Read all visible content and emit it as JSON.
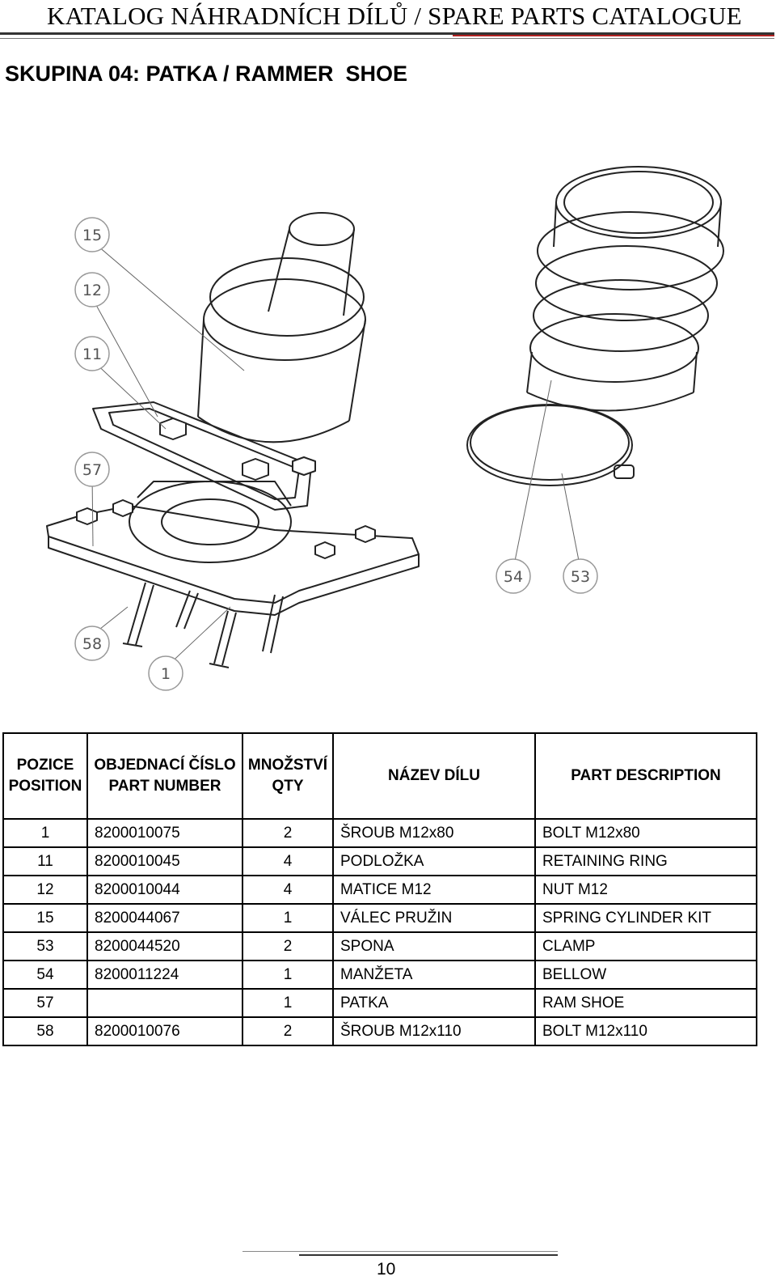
{
  "header": {
    "title": "KATALOG NÁHRADNÍCH DÍLŮ / SPARE PARTS CATALOGUE"
  },
  "section": {
    "title": "SKUPINA 04: PATKA / RAMMER  SHOE"
  },
  "drawing": {
    "callouts": [
      "15",
      "12",
      "11",
      "57",
      "58",
      "1",
      "54",
      "53"
    ]
  },
  "table": {
    "headers": {
      "pos": [
        "POZICE",
        "POSITION"
      ],
      "number": [
        "OBJEDNACÍ ČÍSLO",
        "PART NUMBER"
      ],
      "qty": [
        "MNOŽSTVÍ",
        "QTY"
      ],
      "name": "NÁZEV DÍLU",
      "desc": "PART DESCRIPTION"
    },
    "rows": [
      {
        "pos": "1",
        "number": "8200010075",
        "qty": "2",
        "name": "ŠROUB M12x80",
        "desc": "BOLT M12x80"
      },
      {
        "pos": "11",
        "number": "8200010045",
        "qty": "4",
        "name": "PODLOŽKA",
        "desc": "RETAINING RING"
      },
      {
        "pos": "12",
        "number": "8200010044",
        "qty": "4",
        "name": "MATICE M12",
        "desc": "NUT M12"
      },
      {
        "pos": "15",
        "number": "8200044067",
        "qty": "1",
        "name": "VÁLEC PRUŽIN",
        "desc": "SPRING CYLINDER KIT"
      },
      {
        "pos": "53",
        "number": "8200044520",
        "qty": "2",
        "name": "SPONA",
        "desc": "CLAMP"
      },
      {
        "pos": "54",
        "number": "8200011224",
        "qty": "1",
        "name": "MANŽETA",
        "desc": "BELLOW"
      },
      {
        "pos": "57",
        "number": "",
        "qty": "1",
        "name": "PATKA",
        "desc": "RAM SHOE"
      },
      {
        "pos": "58",
        "number": "8200010076",
        "qty": "2",
        "name": "ŠROUB M12x110",
        "desc": "BOLT M12x110"
      }
    ]
  },
  "footer": {
    "page_number": "10"
  }
}
